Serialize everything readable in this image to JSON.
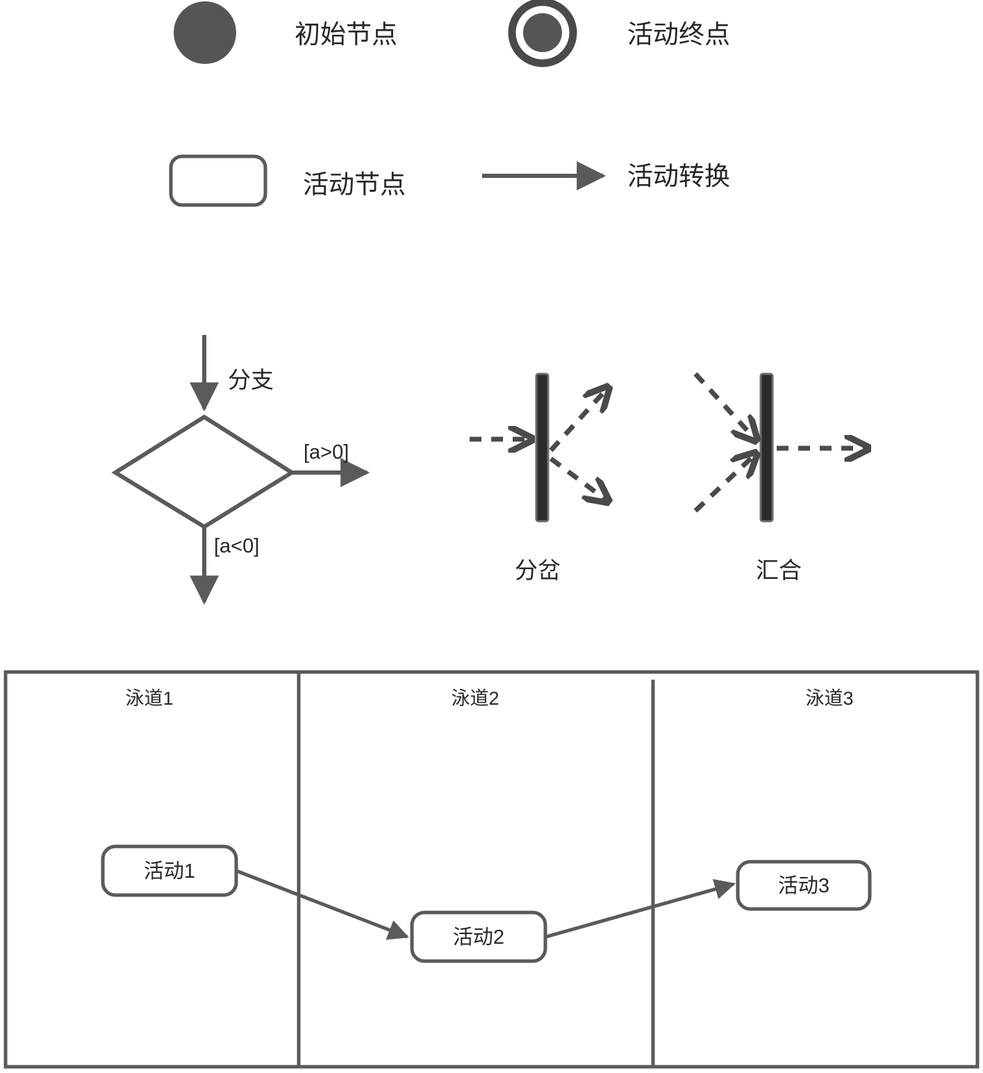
{
  "diagram": {
    "title_type": "UML Activity Diagram Legend",
    "legend": [
      {
        "key": "initial-node",
        "label": "初始节点",
        "shape": "filled-circle"
      },
      {
        "key": "final-node",
        "label": "活动终点",
        "shape": "ringed-filled-circle"
      },
      {
        "key": "activity-node",
        "label": "活动节点",
        "shape": "rounded-rect"
      },
      {
        "key": "transition",
        "label": "活动转换",
        "shape": "solid-arrow"
      }
    ],
    "decision": {
      "label": "分支",
      "guard_right": "[a>0]",
      "guard_down": "[a<0]"
    },
    "fork": {
      "label": "分岔"
    },
    "join": {
      "label": "汇合"
    },
    "swimlanes": {
      "lanes": [
        {
          "key": "lane-1",
          "label": "泳道1"
        },
        {
          "key": "lane-2",
          "label": "泳道2"
        },
        {
          "key": "lane-3",
          "label": "泳道3"
        }
      ],
      "activities": [
        {
          "key": "activity-1",
          "label": "活动1",
          "lane": "泳道1"
        },
        {
          "key": "activity-2",
          "label": "活动2",
          "lane": "泳道2"
        },
        {
          "key": "activity-3",
          "label": "活动3",
          "lane": "泳道3"
        }
      ],
      "flows": [
        {
          "from": "活动1",
          "to": "活动2"
        },
        {
          "from": "活动2",
          "to": "活动3"
        }
      ]
    },
    "colors": {
      "stroke": "#5a5a5a",
      "node_fill": "#555555",
      "bar_fill": "#2b2b2b",
      "text": "#262626",
      "background": "#ffffff"
    }
  }
}
